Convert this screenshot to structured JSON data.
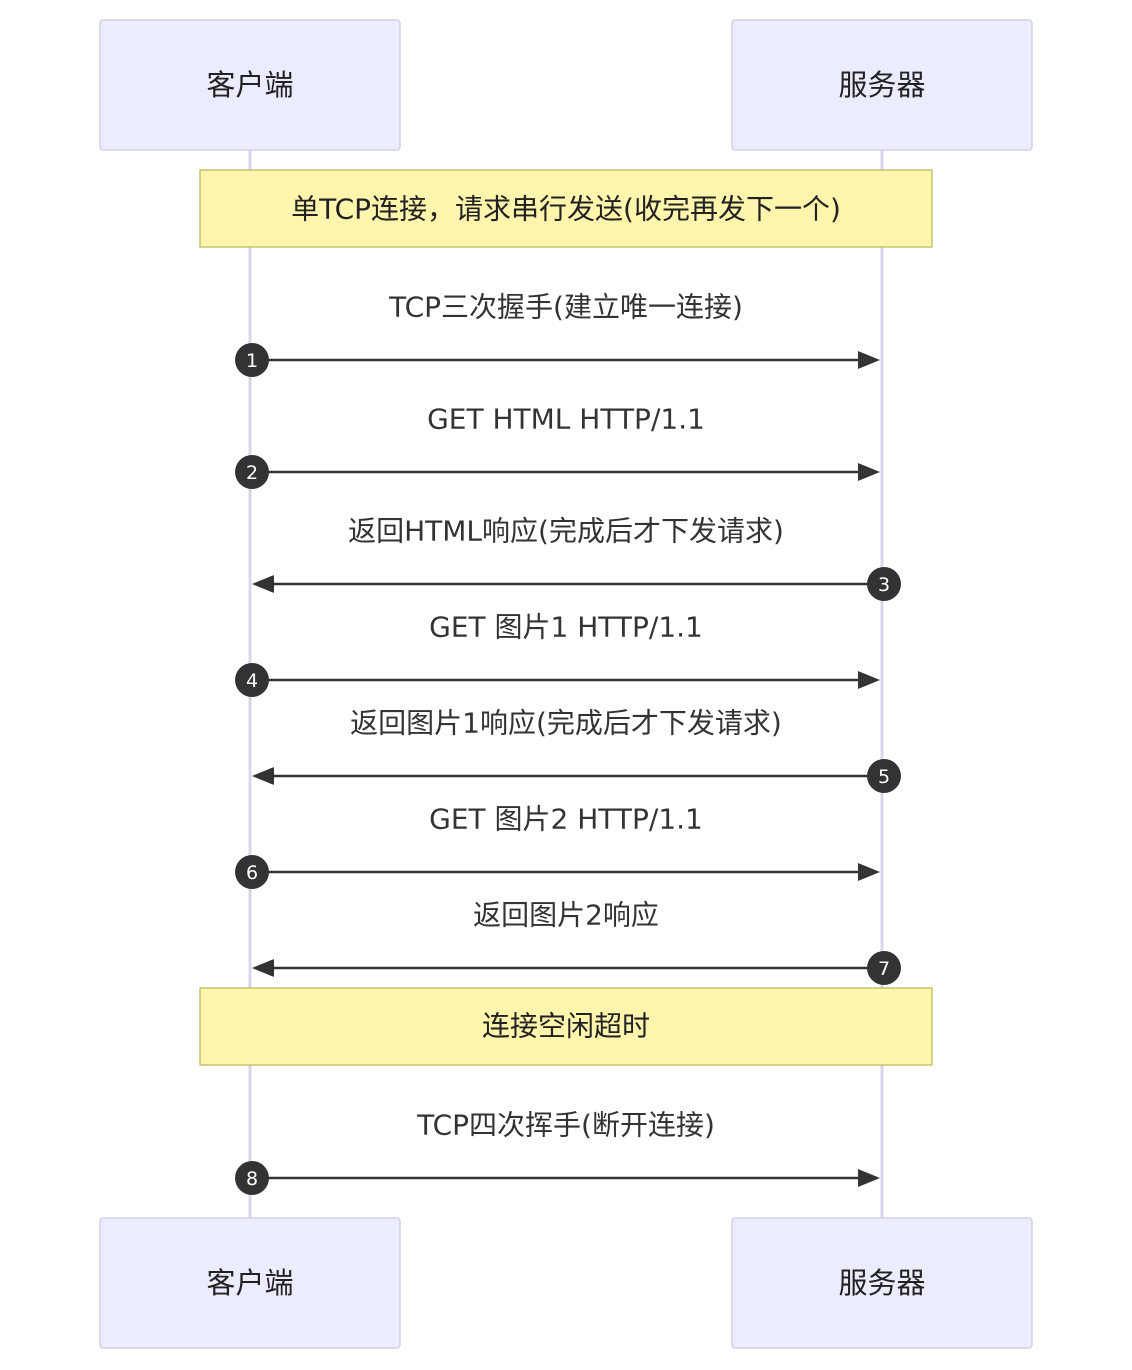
{
  "actors": {
    "client": "客户端",
    "server": "服务器"
  },
  "notes": [
    {
      "after_message": 0,
      "text": "单TCP连接，请求串行发送(收完再发下一个)"
    },
    {
      "after_message": 7,
      "text": "连接空闲超时"
    }
  ],
  "messages": [
    {
      "seq": "1",
      "from": "client",
      "to": "server",
      "label": "TCP三次握手(建立唯一连接)"
    },
    {
      "seq": "2",
      "from": "client",
      "to": "server",
      "label": "GET HTML HTTP/1.1"
    },
    {
      "seq": "3",
      "from": "server",
      "to": "client",
      "label": "返回HTML响应(完成后才下发请求)"
    },
    {
      "seq": "4",
      "from": "client",
      "to": "server",
      "label": "GET 图片1 HTTP/1.1"
    },
    {
      "seq": "5",
      "from": "server",
      "to": "client",
      "label": "返回图片1响应(完成后才下发请求)"
    },
    {
      "seq": "6",
      "from": "client",
      "to": "server",
      "label": "GET 图片2 HTTP/1.1"
    },
    {
      "seq": "7",
      "from": "server",
      "to": "client",
      "label": "返回图片2响应"
    },
    {
      "seq": "8",
      "from": "client",
      "to": "server",
      "label": "TCP四次挥手(断开连接)"
    }
  ],
  "colors": {
    "actor_fill": "#ececff",
    "note_fill": "#fff5ad",
    "line": "#333333"
  }
}
